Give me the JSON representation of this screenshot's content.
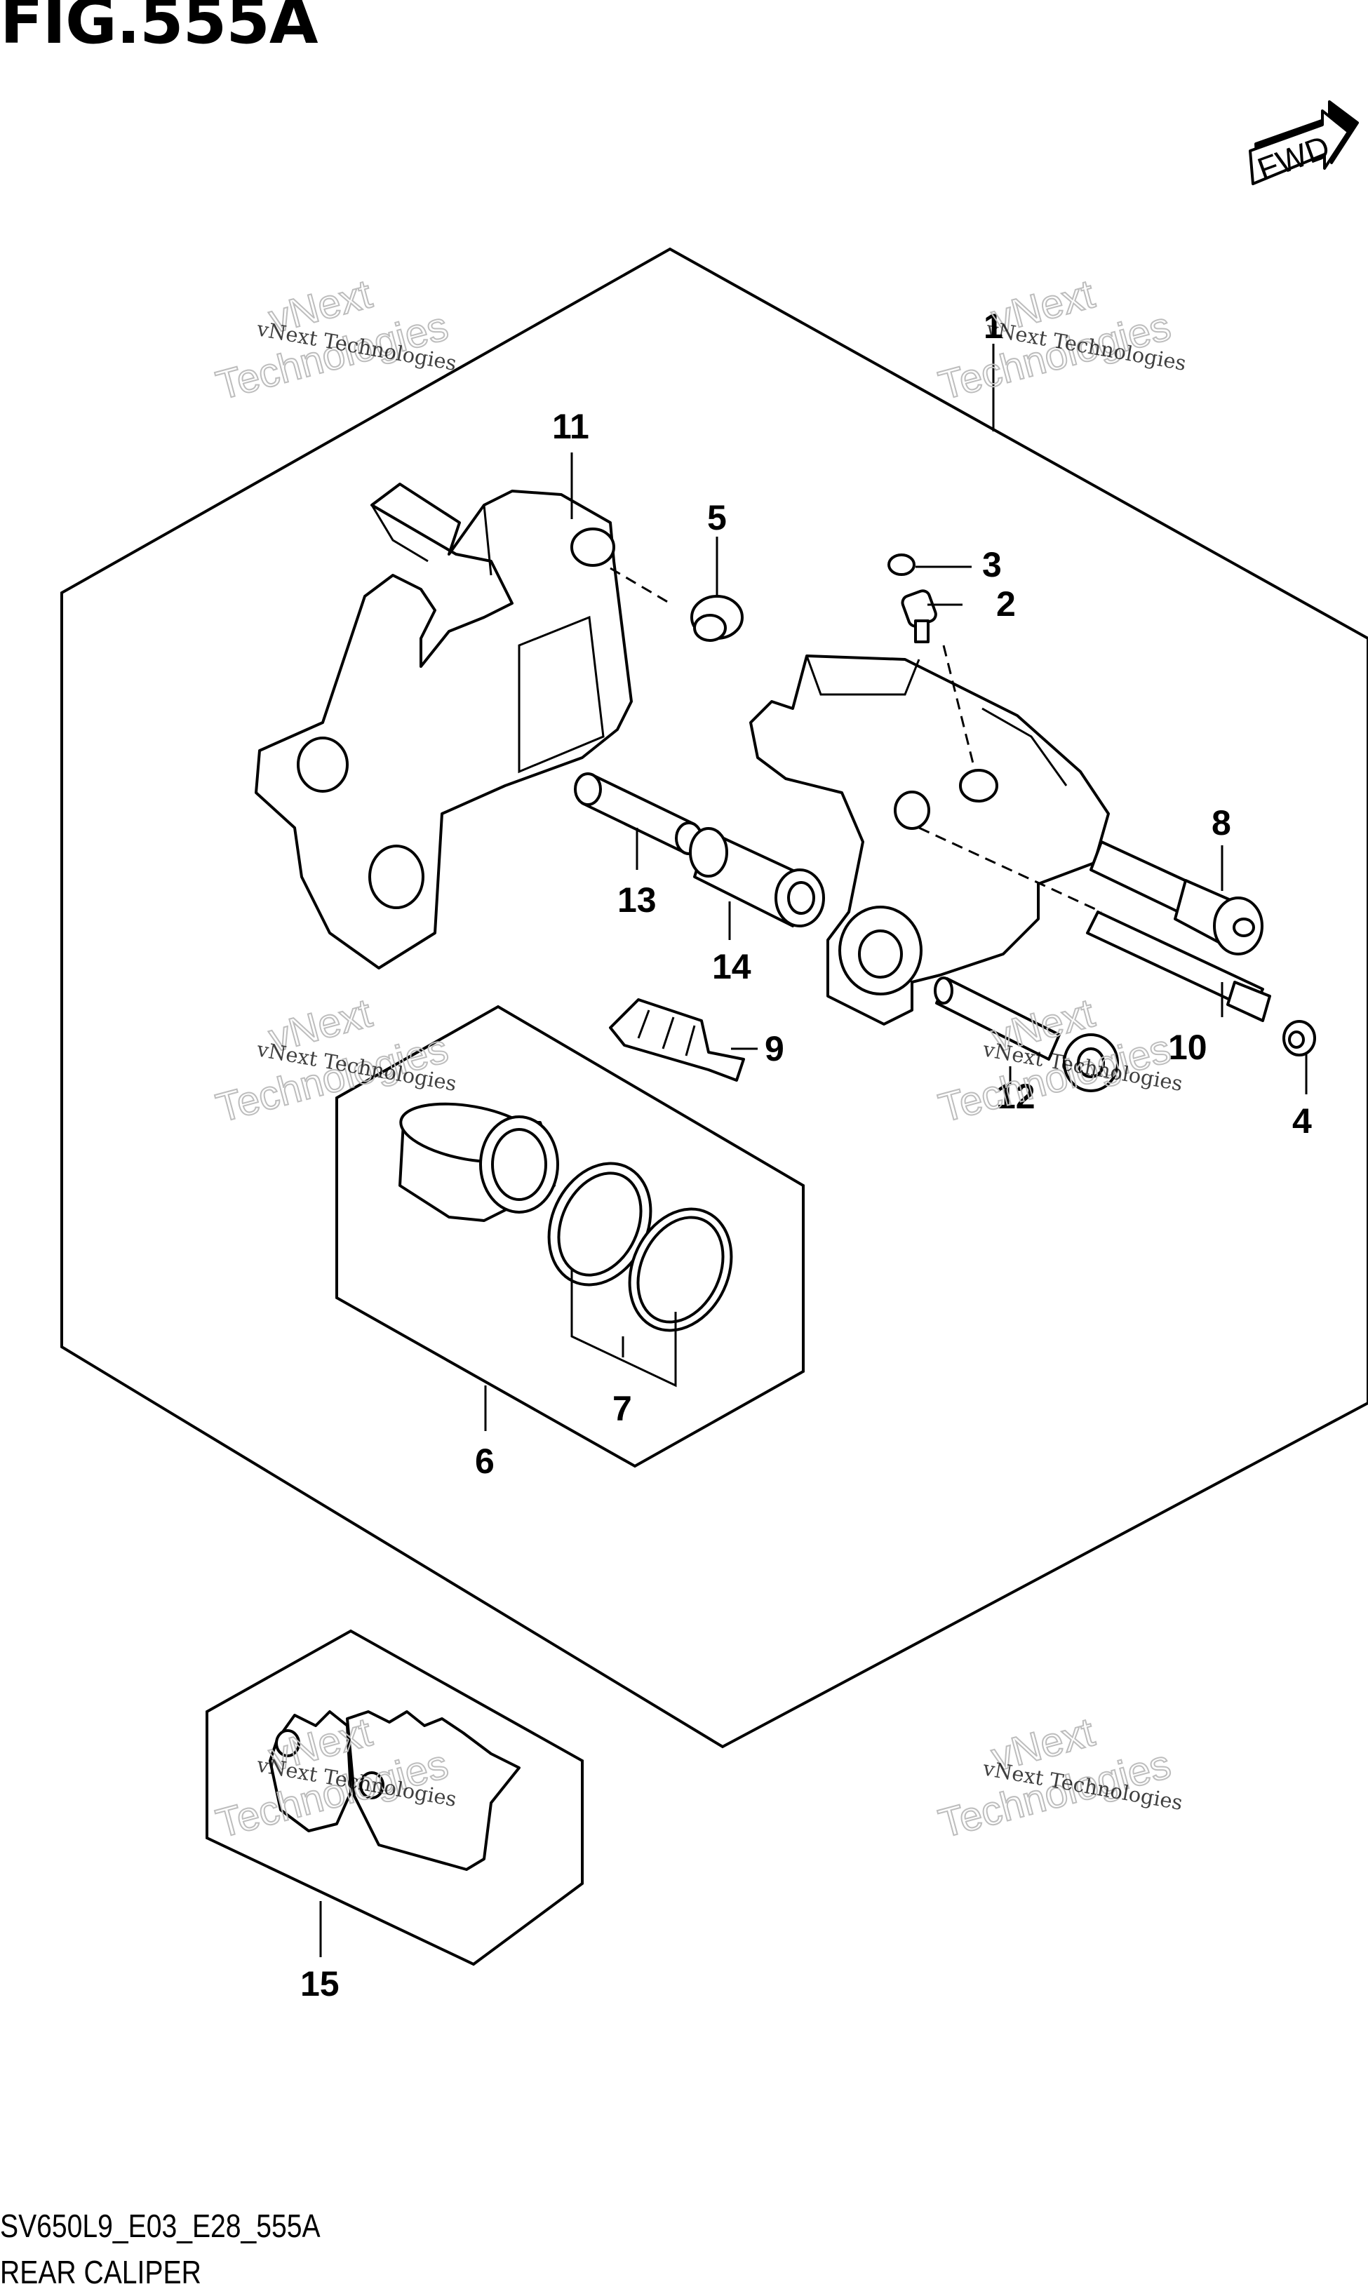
{
  "figure": {
    "title": "FIG.555A",
    "code": "SV650L9_E03_E28_555A",
    "name": "REAR CALIPER",
    "direction_label": "FWD"
  },
  "watermark": {
    "line1": "vNext",
    "line2": "Technologies",
    "small": "vNext Technologies"
  },
  "callouts": [
    "1",
    "2",
    "3",
    "4",
    "5",
    "6",
    "7",
    "8",
    "9",
    "10",
    "11",
    "12",
    "13",
    "14",
    "15"
  ]
}
